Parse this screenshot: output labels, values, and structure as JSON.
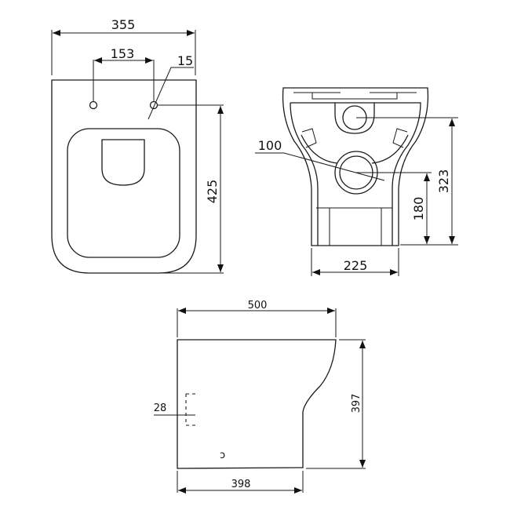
{
  "drawing": {
    "top_view": {
      "overall_width": "355",
      "fixing_hole_spacing": "153",
      "fixing_hole_diameter": "15",
      "overall_depth": "425"
    },
    "front_view": {
      "outlet_diameter": "100",
      "inlet_height": "323",
      "outlet_height": "180",
      "base_width": "225"
    },
    "side_view": {
      "overall_length": "500",
      "height": "397",
      "base_length": "398",
      "outlet_offset": "28"
    }
  },
  "colors": {
    "line": "#1a1a1a",
    "background": "#ffffff"
  }
}
